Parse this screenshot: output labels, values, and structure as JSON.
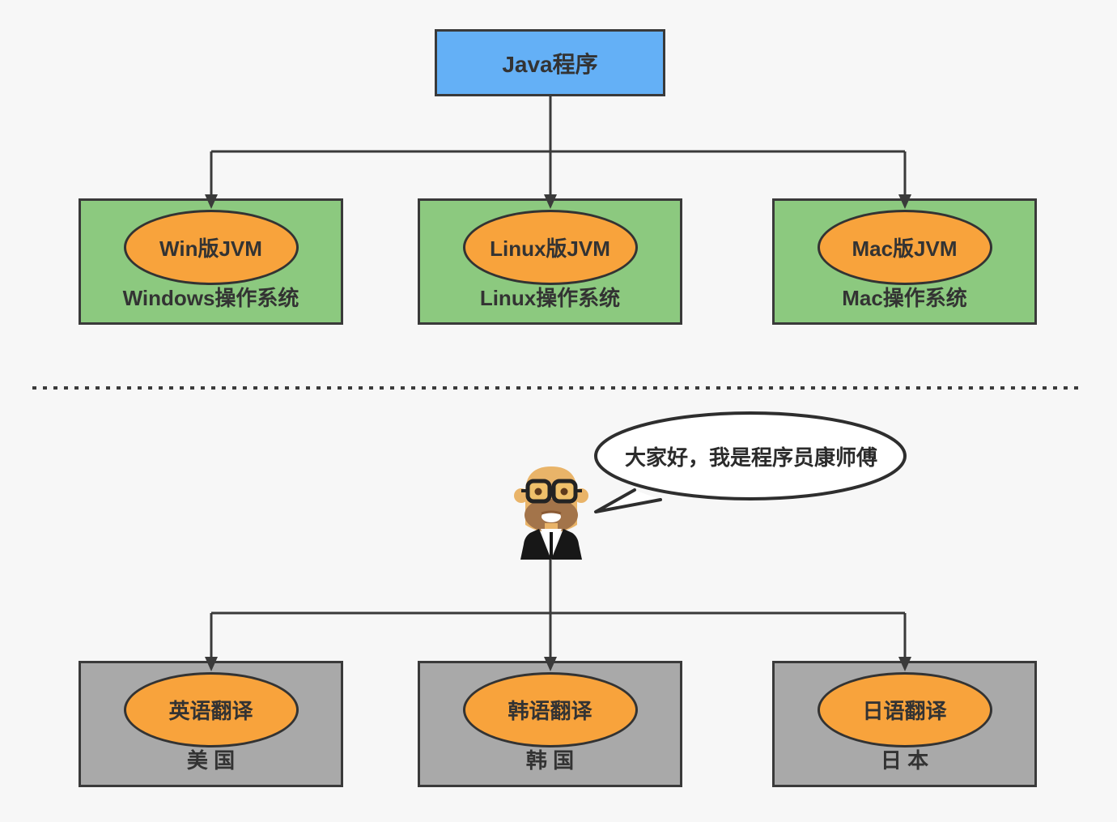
{
  "colors": {
    "background": "#F7F7F7",
    "line": "#3A3A3A",
    "root_fill": "#64B0F6",
    "platform_fill": "#8CC97F",
    "country_fill": "#A9A9A9",
    "ellipse_fill": "#F8A33C",
    "bubble_fill": "#FFFFFF"
  },
  "top": {
    "root_label": "Java程序",
    "platforms": [
      {
        "jvm": "Win版JVM",
        "os": "Windows操作系统"
      },
      {
        "jvm": "Linux版JVM",
        "os": "Linux操作系统"
      },
      {
        "jvm": "Mac版JVM",
        "os": "Mac操作系统"
      }
    ]
  },
  "bottom": {
    "speech_text": "大家好，我是程序员康师傅",
    "translators": [
      {
        "role": "英语翻译",
        "country": "美 国"
      },
      {
        "role": "韩语翻译",
        "country": "韩 国"
      },
      {
        "role": "日语翻译",
        "country": "日 本"
      }
    ]
  }
}
